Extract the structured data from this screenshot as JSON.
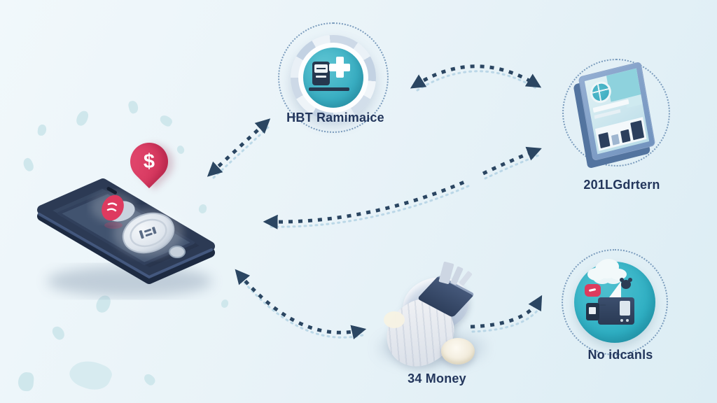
{
  "nodes": {
    "hub": {
      "label": "HBT Ramimaice"
    },
    "dashboard": {
      "label": "201LGdrtern"
    },
    "money": {
      "label": "34 Money"
    },
    "kiosk": {
      "label": "No idcanls"
    }
  },
  "icons": {
    "dollar_sign": "$",
    "hub_icon": "atm-with-plus-icon",
    "dashboard_icon": "analytics-panel-icon",
    "money_icon": "cash-pile-icon",
    "kiosk_icon": "machine-with-cloud-icon",
    "phone_icon": "smartphone-icon"
  },
  "colors": {
    "background_top": "#f1f8fb",
    "background_bottom": "#dcedf4",
    "teal": "#3aafc3",
    "navy": "#26384f",
    "arrow": "#2b4662",
    "arrow_echo": "#b3d2e4",
    "red": "#d9395f",
    "steel_blue": "#7e9cc6",
    "label_text": "#23365c",
    "confetti": "#cfe7ec"
  },
  "connections": [
    {
      "from": "phone",
      "to": "hub",
      "direction": "both"
    },
    {
      "from": "hub",
      "to": "dashboard",
      "direction": "both"
    },
    {
      "from": "phone",
      "to": "dashboard",
      "direction": "both"
    },
    {
      "from": "phone",
      "to": "money",
      "direction": "both"
    },
    {
      "from": "money",
      "to": "kiosk",
      "direction": "one-way"
    }
  ]
}
